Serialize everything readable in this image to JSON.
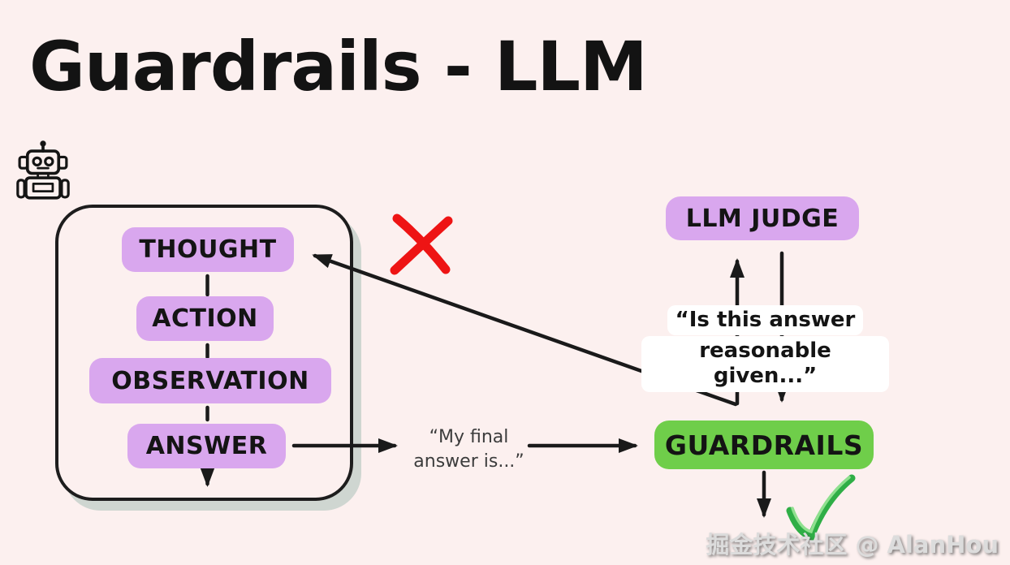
{
  "title": "Guardrails - LLM",
  "react_loop": {
    "steps": [
      "THOUGHT",
      "ACTION",
      "OBSERVATION",
      "ANSWER"
    ]
  },
  "final_answer_note": {
    "line1": "“My final",
    "line2": "answer is...”"
  },
  "judge": {
    "label": "LLM JUDGE",
    "question_line1": "“Is this answer",
    "question_line2": "reasonable given...”"
  },
  "guardrails": {
    "label": "GUARDRAILS"
  },
  "icons": {
    "robot": "robot-icon",
    "reject": "cross-icon",
    "approve": "check-icon"
  },
  "watermark": "掘金技术社区 @ AlanHou",
  "colors": {
    "background": "#fcf0ef",
    "pill_purple": "#d9a7ee",
    "pill_green": "#6fce4a",
    "ink": "#1a1a1a",
    "cross_red": "#ee1414",
    "check_green": "#2fae46",
    "box_shadow": "#cfd6d1"
  }
}
